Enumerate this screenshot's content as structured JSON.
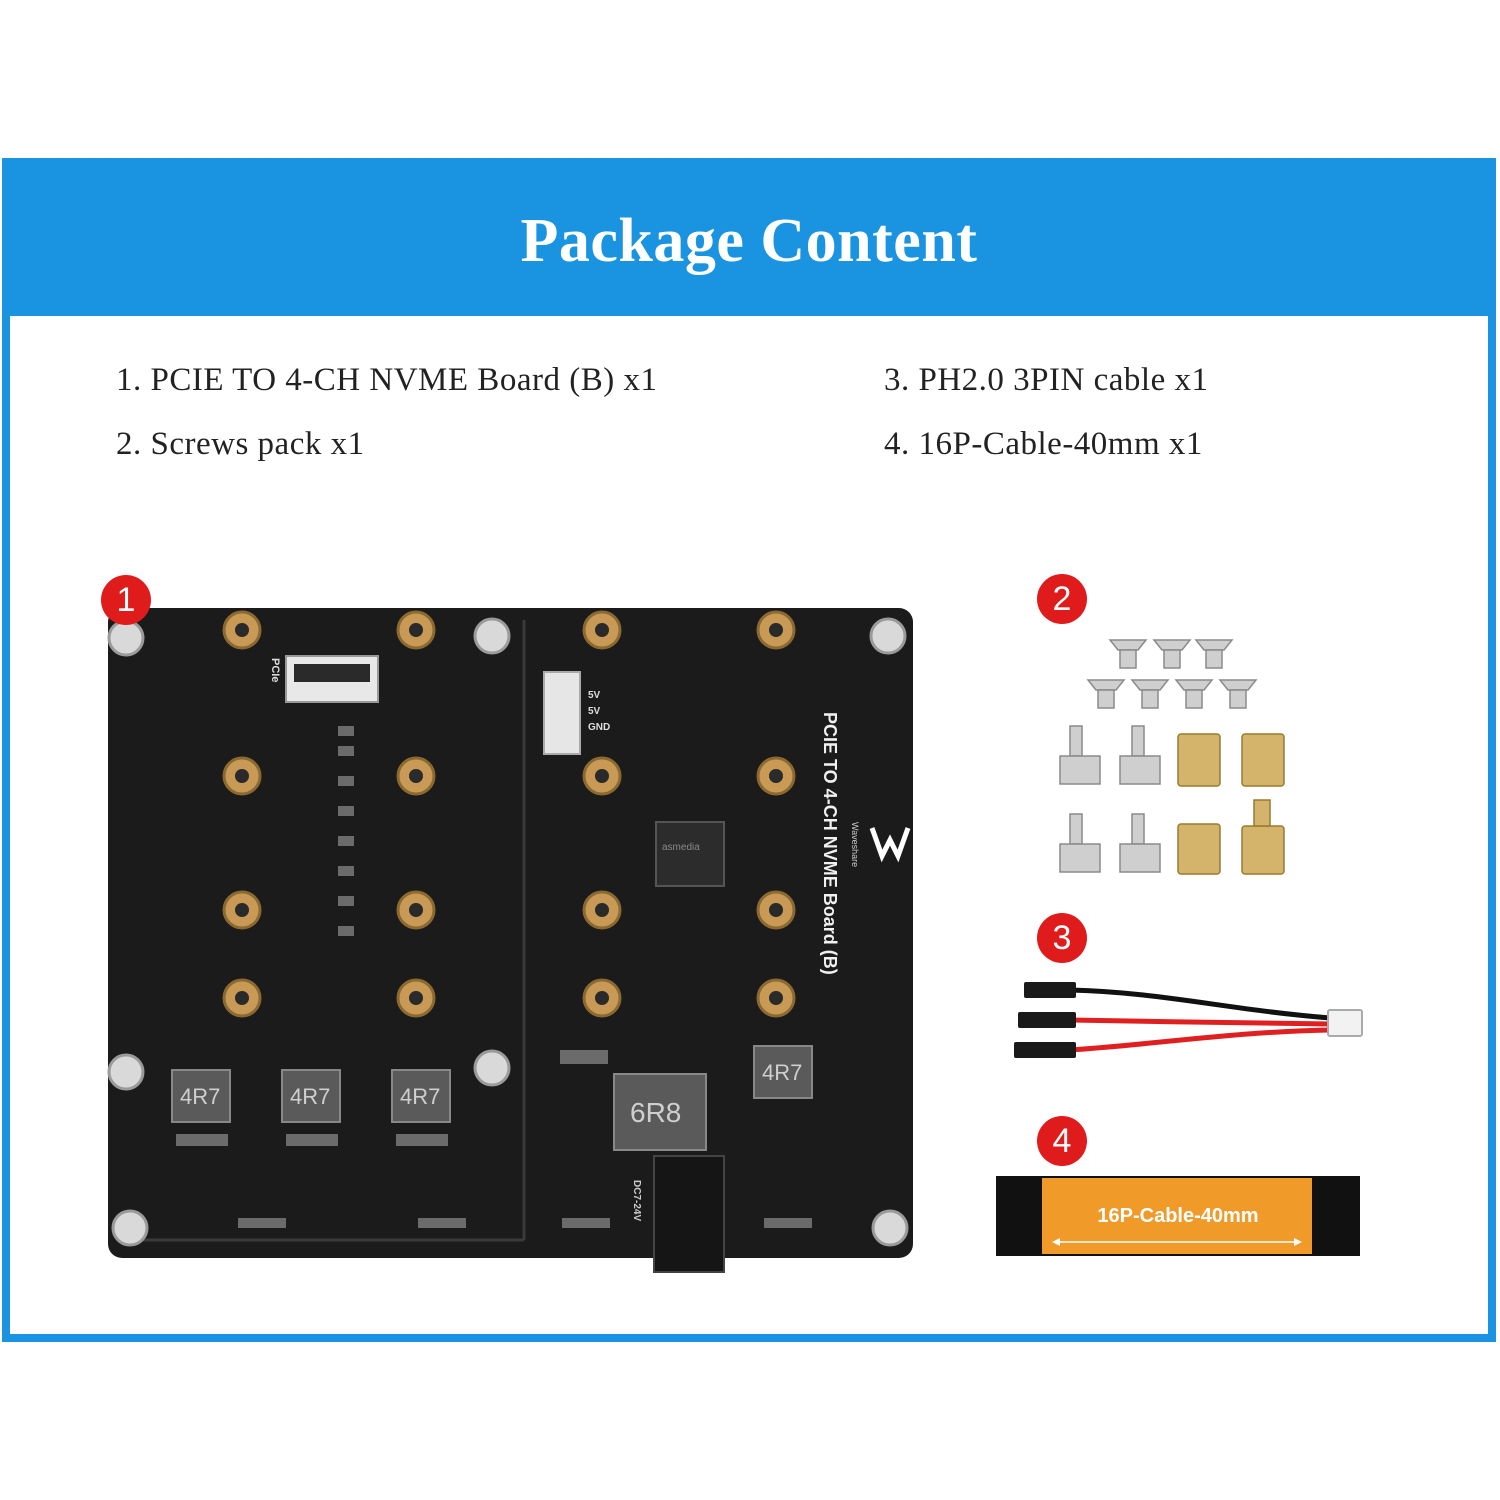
{
  "header": {
    "title": "Package Content"
  },
  "contents": {
    "items": [
      {
        "text": "1. PCIE TO 4-CH NVME Board (B) x1"
      },
      {
        "text": "2. Screws pack x1"
      },
      {
        "text": "3. PH2.0 3PIN cable x1"
      },
      {
        "text": "4. 16P-Cable-40mm x1"
      }
    ]
  },
  "badges": [
    "1",
    "2",
    "3",
    "4"
  ],
  "board": {
    "title_line1": "PCIE TO 4-CH NVME Board (B)",
    "brand": "Waveshare",
    "connector_label": "PCIe",
    "inductor_small": "4R7",
    "inductor_large": "6R8",
    "power_label": "DC7-24V",
    "pin_labels": [
      "5V",
      "5V",
      "GND"
    ],
    "chip_label": "asmedia"
  },
  "ribbon": {
    "label": "16P-Cable-40mm"
  },
  "colors": {
    "accent": "#1a93e0",
    "badge": "#e01b1b",
    "pcb": "#1b1b1b",
    "ribbon": "#f09a2a"
  }
}
